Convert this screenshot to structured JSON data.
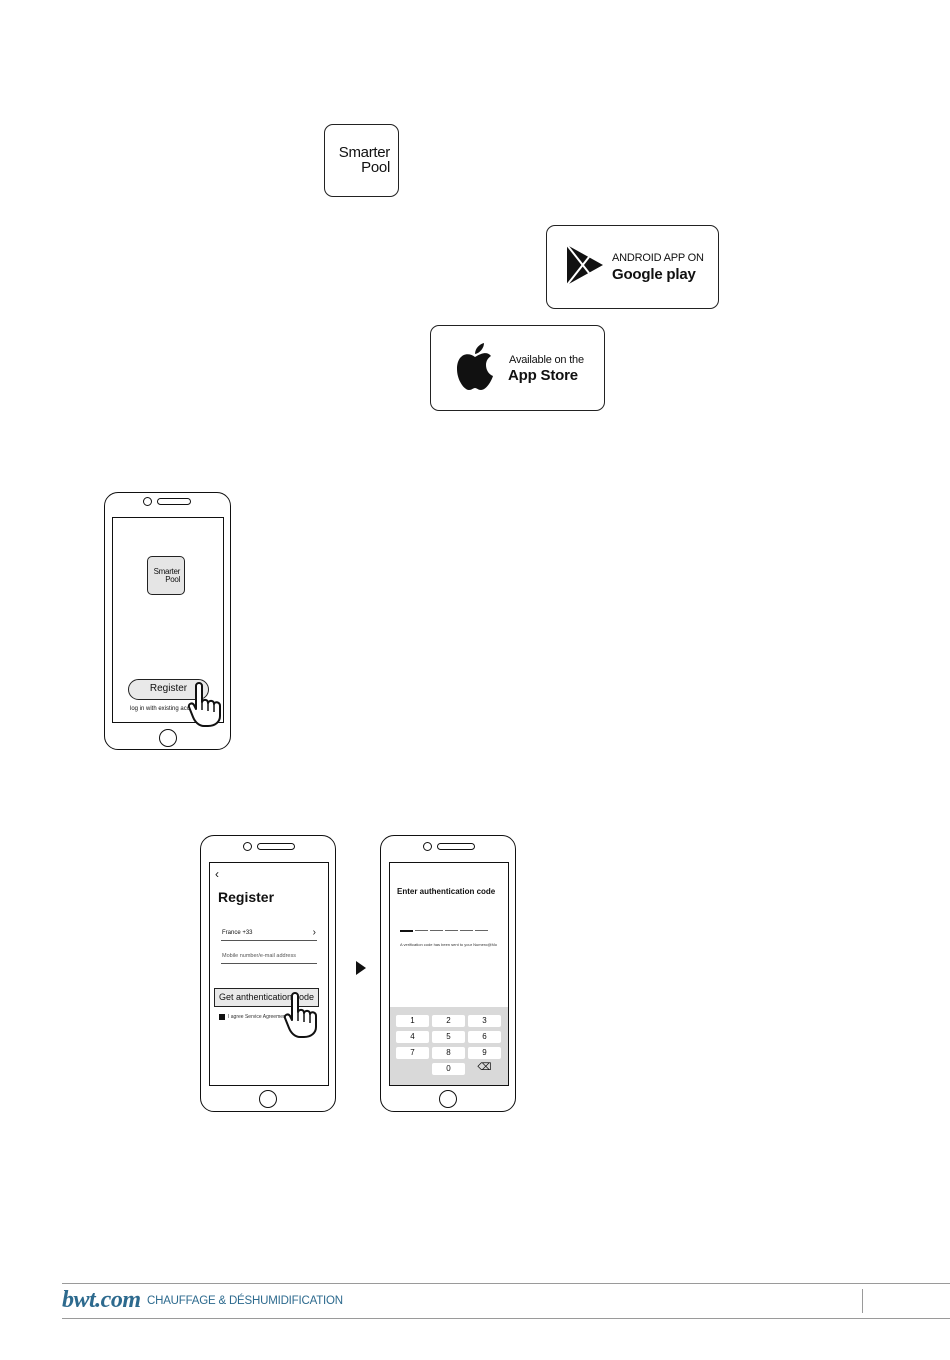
{
  "app_tile": {
    "line1": "Smarter",
    "line2": "Pool"
  },
  "google_badge": {
    "small_text": "ANDROID APP ON",
    "big_text": "Google play"
  },
  "apple_badge": {
    "small_text": "Available on the",
    "big_text": "App Store"
  },
  "phone1": {
    "tile_line1": "Smarter",
    "tile_line2": "Pool",
    "register_button": "Register",
    "login_link": "log in with existing acco"
  },
  "phone2": {
    "back_glyph": "‹",
    "title": "Register",
    "country_field": "France +33",
    "chevron": "›",
    "mobile_placeholder": "Mobile number/e-mail address",
    "auth_button": "Get anthentication code",
    "agree_text": "I agree Service Agreement and"
  },
  "phone3": {
    "title": "Enter authentication code",
    "sent_text": "A verification code has been sent to your Numero@Mo",
    "keys": [
      "1",
      "2",
      "3",
      "4",
      "5",
      "6",
      "7",
      "8",
      "9",
      "0"
    ],
    "backspace_glyph": "⌫"
  },
  "footer": {
    "brand": "bwt.com",
    "tagline": "CHAUFFAGE & DÉSHUMIDIFICATION"
  }
}
